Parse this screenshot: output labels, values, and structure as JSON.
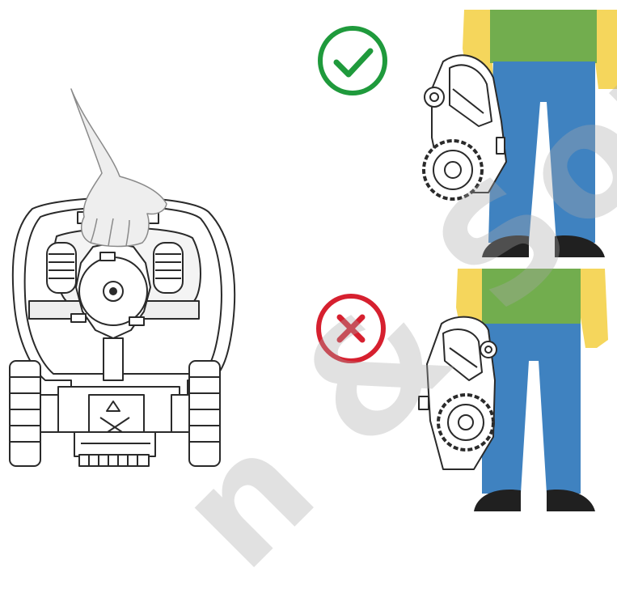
{
  "panels": [
    {
      "id": "carry-by-handle",
      "label": "",
      "status": "correct"
    },
    {
      "id": "carry-wheels-down",
      "label": "",
      "status": "correct"
    },
    {
      "id": "carry-wheels-up",
      "label": "",
      "status": "incorrect"
    }
  ],
  "icons": {
    "correct": "checkmark-icon",
    "incorrect": "cross-icon"
  },
  "colors": {
    "correct": "#1f9a3c",
    "incorrect": "#d6202f",
    "shirt": "#72ad4e",
    "trousers": "#3f82c0",
    "arms": "#f5d65c",
    "shoes": "#202020",
    "robot_outline": "#2a2a2a",
    "hand": "#eeeeee"
  },
  "watermark": {
    "text": "n & Son"
  }
}
